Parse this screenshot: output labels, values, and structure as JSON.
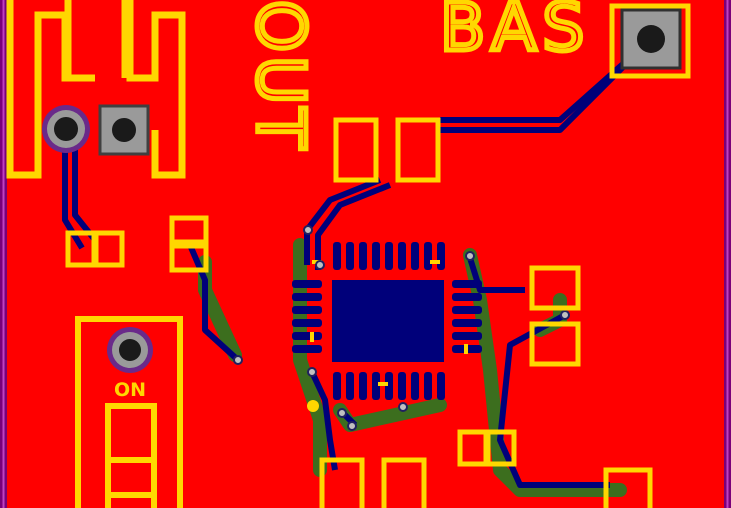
{
  "board": {
    "title_silk": "BAS",
    "out_silk": "OUT",
    "on_silk": "ON",
    "colors": {
      "copper_top": "#ff0000",
      "trace_bottom": "#000080",
      "silkscreen": "#ffd700",
      "board_edge": "#a000a0",
      "pad": "#a0a0a0",
      "drill": "#202020",
      "ground_fill": "#3c6e1e"
    }
  }
}
